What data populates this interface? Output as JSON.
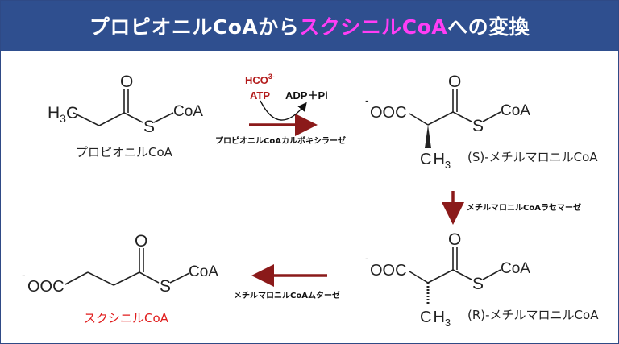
{
  "header": {
    "title_part1": "プロピオニルCoAから",
    "title_highlight": "スクシニルCoA",
    "title_part3": "への変換"
  },
  "molecules": {
    "propionyl_coa": {
      "name": "プロピオニルCoA"
    },
    "s_methylmalonyl_coa": {
      "name": "(S)-メチルマロニルCoA"
    },
    "r_methylmalonyl_coa": {
      "name": "(R)-メチルマロニルCoA"
    },
    "succinyl_coa": {
      "name": "スクシニルCoA"
    }
  },
  "reaction1": {
    "cofactor_in_1": "HCO",
    "cofactor_in_1_sup": "3-",
    "cofactor_in_2": "ATP",
    "cofactor_out": "ADP＋Pi",
    "enzyme": "プロピオニルCoAカルボキシラーゼ"
  },
  "reaction2": {
    "enzyme": "メチルマロニルCoAラセマーゼ"
  },
  "reaction3": {
    "enzyme": "メチルマロニルCoAムターゼ"
  },
  "atoms": {
    "h3": "H",
    "h3_sub": "3",
    "c": "C",
    "o": "O",
    "s": "S",
    "coa": "CoA",
    "ooc": "OOC",
    "minus": "-",
    "ch3_c": "C",
    "ch3_h": "H",
    "ch3_sub": "3"
  },
  "colors": {
    "header_bg": "#2f4f8f",
    "highlight": "#ff3df5",
    "arrow": "#8b1a1a",
    "red_text": "#e01b1b"
  }
}
